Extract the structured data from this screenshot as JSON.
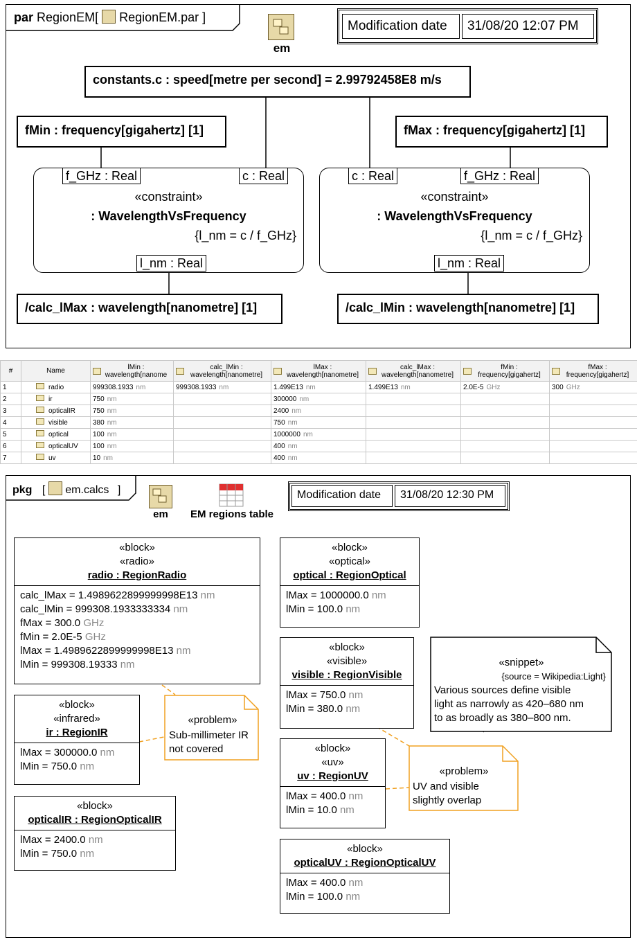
{
  "par": {
    "keyword": "par",
    "name": "RegionEM[",
    "file": "RegionEM.par ]",
    "em_label": "em",
    "mod_label": "Modification date",
    "mod_value": "31/08/20 12:07 PM",
    "constants": "constants.c : speed[metre per second] = 2.99792458E8 m/s",
    "fmin": "fMin : frequency[gigahertz] [1]",
    "fmax": "fMax : frequency[gigahertz] [1]",
    "left_constraint": {
      "port_fghz": "f_GHz : Real",
      "port_c": "c : Real",
      "stereotype": "«constraint»",
      "name": ": WavelengthVsFrequency",
      "expr": "{l_nm = c / f_GHz}",
      "port_lnm": "l_nm : Real"
    },
    "right_constraint": {
      "port_c": "c : Real",
      "port_fghz": "f_GHz : Real",
      "stereotype": "«constraint»",
      "name": ": WavelengthVsFrequency",
      "expr": "{l_nm = c / f_GHz}",
      "port_lnm": "l_nm : Real"
    },
    "calc_lmax": "/calc_lMax : wavelength[nanometre] [1]",
    "calc_lmin": "/calc_lMin : wavelength[nanometre] [1]"
  },
  "table": {
    "headers": [
      "#",
      "Name",
      "lMin : wavelength[nanometre]",
      "calc_lMin : wavelength[nanometre]",
      "lMax : wavelength[nanometre]",
      "calc_lMax : wavelength[nanometre]",
      "fMin : frequency[gigahertz]",
      "fMax : frequency[gigahertz]"
    ],
    "header_lines": [
      [
        "lMin :",
        "wavelength[nanome"
      ],
      [
        "calc_lMin :",
        "wavelength[nanometre]"
      ],
      [
        "lMax :",
        "wavelength[nanometre]"
      ],
      [
        "calc_lMax :",
        "wavelength[nanometre]"
      ],
      [
        "fMin :",
        "frequency[gigahertz]"
      ],
      [
        "fMax :",
        "frequency[gigahertz]"
      ]
    ],
    "rows": [
      {
        "n": "1",
        "name": "radio",
        "lmin": "999308.1933",
        "lmin_u": "nm",
        "clmin": "999308.1933",
        "clmin_u": "nm",
        "lmax": "1.499E13",
        "lmax_u": "nm",
        "clmax": "1.499E13",
        "clmax_u": "nm",
        "fmin": "2.0E-5",
        "fmin_u": "GHz",
        "fmax": "300",
        "fmax_u": "GHz"
      },
      {
        "n": "2",
        "name": "ir",
        "lmin": "750",
        "lmin_u": "nm",
        "clmin": "",
        "clmin_u": "",
        "lmax": "300000",
        "lmax_u": "nm",
        "clmax": "",
        "clmax_u": "",
        "fmin": "",
        "fmin_u": "",
        "fmax": "",
        "fmax_u": ""
      },
      {
        "n": "3",
        "name": "opticalIR",
        "lmin": "750",
        "lmin_u": "nm",
        "clmin": "",
        "clmin_u": "",
        "lmax": "2400",
        "lmax_u": "nm",
        "clmax": "",
        "clmax_u": "",
        "fmin": "",
        "fmin_u": "",
        "fmax": "",
        "fmax_u": ""
      },
      {
        "n": "4",
        "name": "visible",
        "lmin": "380",
        "lmin_u": "nm",
        "clmin": "",
        "clmin_u": "",
        "lmax": "750",
        "lmax_u": "nm",
        "clmax": "",
        "clmax_u": "",
        "fmin": "",
        "fmin_u": "",
        "fmax": "",
        "fmax_u": ""
      },
      {
        "n": "5",
        "name": "optical",
        "lmin": "100",
        "lmin_u": "nm",
        "clmin": "",
        "clmin_u": "",
        "lmax": "1000000",
        "lmax_u": "nm",
        "clmax": "",
        "clmax_u": "",
        "fmin": "",
        "fmin_u": "",
        "fmax": "",
        "fmax_u": ""
      },
      {
        "n": "6",
        "name": "opticalUV",
        "lmin": "100",
        "lmin_u": "nm",
        "clmin": "",
        "clmin_u": "",
        "lmax": "400",
        "lmax_u": "nm",
        "clmax": "",
        "clmax_u": "",
        "fmin": "",
        "fmin_u": "",
        "fmax": "",
        "fmax_u": ""
      },
      {
        "n": "7",
        "name": "uv",
        "lmin": "10",
        "lmin_u": "nm",
        "clmin": "",
        "clmin_u": "",
        "lmax": "400",
        "lmax_u": "nm",
        "clmax": "",
        "clmax_u": "",
        "fmin": "",
        "fmin_u": "",
        "fmax": "",
        "fmax_u": ""
      }
    ]
  },
  "pkg": {
    "keyword": "pkg",
    "bracket_open": "[",
    "name": "em.calcs",
    "bracket_close": "]",
    "em_label": "em",
    "table_label": "EM regions table",
    "mod_label": "Modification date",
    "mod_value": "31/08/20 12:30 PM",
    "blocks": {
      "radio": {
        "s1": "«block»",
        "s2": "«radio»",
        "title": "radio : RegionRadio",
        "lines": [
          {
            "t": "calc_lMax = 1.4989622899999998E13",
            "u": "nm"
          },
          {
            "t": "calc_lMin = 999308.1933333334",
            "u": "nm"
          },
          {
            "t": "fMax = 300.0",
            "u": "GHz"
          },
          {
            "t": "fMin = 2.0E-5",
            "u": "GHz"
          },
          {
            "t": "lMax = 1.4989622899999998E13",
            "u": "nm"
          },
          {
            "t": "lMin = 999308.19333",
            "u": "nm"
          }
        ]
      },
      "ir": {
        "s1": "«block»",
        "s2": "«infrared»",
        "title": "ir : RegionIR",
        "lines": [
          {
            "t": "lMax = 300000.0",
            "u": "nm"
          },
          {
            "t": "lMin = 750.0",
            "u": "nm"
          }
        ]
      },
      "opticalIR": {
        "s1": "«block»",
        "title": "opticalIR : RegionOpticalIR",
        "lines": [
          {
            "t": "lMax = 2400.0",
            "u": "nm"
          },
          {
            "t": "lMin = 750.0",
            "u": "nm"
          }
        ]
      },
      "optical": {
        "s1": "«block»",
        "s2": "«optical»",
        "title": "optical : RegionOptical",
        "lines": [
          {
            "t": "lMax = 1000000.0",
            "u": "nm"
          },
          {
            "t": "lMin = 100.0",
            "u": "nm"
          }
        ]
      },
      "visible": {
        "s1": "«block»",
        "s2": "«visible»",
        "title": "visible : RegionVisible",
        "lines": [
          {
            "t": "lMax = 750.0",
            "u": "nm"
          },
          {
            "t": "lMin = 380.0",
            "u": "nm"
          }
        ]
      },
      "uv": {
        "s1": "«block»",
        "s2": "«uv»",
        "title": "uv : RegionUV",
        "lines": [
          {
            "t": "lMax = 400.0",
            "u": "nm"
          },
          {
            "t": "lMin = 10.0",
            "u": "nm"
          }
        ]
      },
      "opticalUV": {
        "s1": "«block»",
        "title": "opticalUV : RegionOpticalUV",
        "lines": [
          {
            "t": "lMax = 400.0",
            "u": "nm"
          },
          {
            "t": "lMin = 100.0",
            "u": "nm"
          }
        ]
      }
    },
    "problem1": {
      "stereo": "«problem»",
      "l1": "Sub-millimeter IR",
      "l2": "not covered"
    },
    "problem2": {
      "stereo": "«problem»",
      "l1": "UV and visible",
      "l2": "slightly overlap"
    },
    "snippet": {
      "stereo": "«snippet»",
      "source": "{source = Wikipedia:Light}",
      "l1": "Various sources define visible",
      "l2": "light as narrowly as 420–680 nm",
      "l3": "to as broadly as 380–800 nm."
    }
  },
  "colors": {
    "note_border": "#f0a020",
    "pkg_icon": "#e7d9a8",
    "table_icon": "#e03030",
    "unit_gray": "#888888"
  }
}
